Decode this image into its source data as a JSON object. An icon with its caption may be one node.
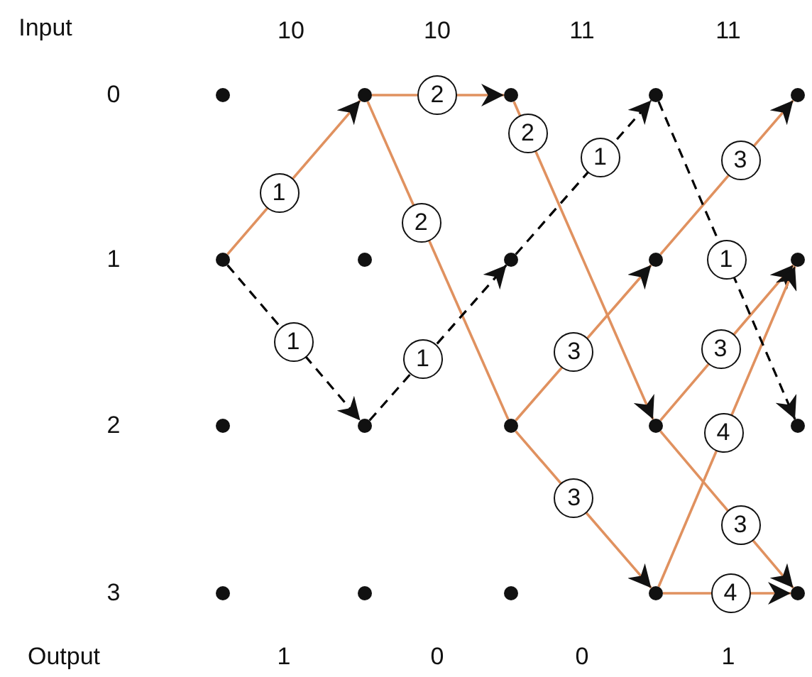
{
  "diagram": {
    "nodes": [
      {
        "text": [],
        "shape": "circle"
      },
      {
        "text": [],
        "shape": "circle"
      },
      {
        "text": [],
        "shape": "circle"
      },
      {
        "text": [],
        "shape": "circle"
      },
      {
        "text": [],
        "shape": "circle"
      },
      {
        "text": [],
        "shape": "circle"
      },
      {
        "text": [],
        "shape": "circle"
      },
      {
        "text": [],
        "shape": "circle"
      },
      {
        "text": [],
        "shape": "circle"
      },
      {
        "text": [],
        "shape": "circle"
      },
      {
        "text": [],
        "shape": "circle"
      },
      {
        "text": [],
        "shape": "circle"
      },
      {
        "text": [],
        "shape": "circle"
      },
      {
        "text": [],
        "shape": "circle"
      },
      {
        "text": [],
        "shape": "circle"
      },
      {
        "text": [],
        "shape": "circle"
      },
      {
        "text": [],
        "shape": "circle"
      },
      {
        "text": [],
        "shape": "circle"
      },
      {
        "text": [],
        "shape": "circle"
      },
      {
        "text": [],
        "shape": "circle"
      }
    ],
    "edges": [
      {
        "from": 5,
        "to": 1,
        "arrow": "to",
        "label": "1"
      },
      {
        "from": 1,
        "to": 2,
        "arrow": "to",
        "label": "2"
      },
      {
        "from": 1,
        "to": 12,
        "arrow": "none",
        "label": "2"
      },
      {
        "from": 2,
        "to": 13,
        "arrow": "to",
        "label": "2"
      },
      {
        "from": 12,
        "to": 8,
        "arrow": "to",
        "label": "3"
      },
      {
        "from": 12,
        "to": 18,
        "arrow": "to",
        "label": "3"
      },
      {
        "from": 8,
        "to": 4,
        "arrow": "to",
        "label": "3"
      },
      {
        "from": 13,
        "to": 9,
        "arrow": "to",
        "label": "3"
      },
      {
        "from": 13,
        "to": 19,
        "arrow": "to",
        "label": "3"
      },
      {
        "from": 18,
        "to": 9,
        "arrow": "to",
        "label": "4"
      },
      {
        "from": 18,
        "to": 19,
        "arrow": "to",
        "label": "4"
      },
      {
        "from": 5,
        "to": 11,
        "arrow": "to",
        "label": "1",
        "style": "dashed",
        "color": "#000000"
      },
      {
        "from": 11,
        "to": 7,
        "arrow": "to",
        "label": "1",
        "style": "dashed",
        "color": "#000000"
      },
      {
        "from": 7,
        "to": 3,
        "arrow": "to",
        "label": "1",
        "style": "dashed",
        "color": "#000000"
      },
      {
        "from": 3,
        "to": 14,
        "arrow": "to",
        "label": "1",
        "style": "dashed",
        "color": "#000000"
      }
    ],
    "labels": [
      "Input",
      "10",
      "10",
      "11",
      "11",
      "0",
      "1",
      "2",
      "3",
      "Output",
      "1",
      "0",
      "0",
      "1"
    ]
  }
}
